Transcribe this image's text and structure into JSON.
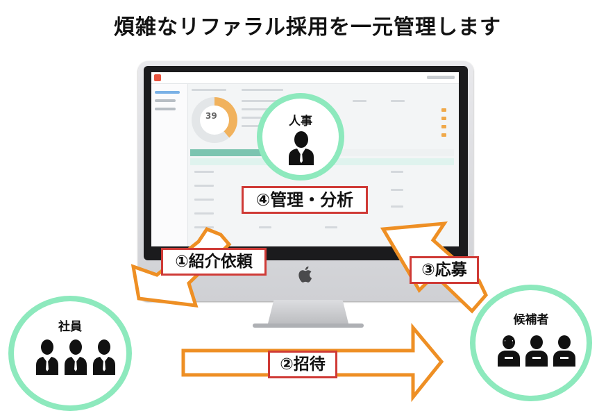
{
  "title": "煩雑なリファラル採用を一元管理します",
  "screen": {
    "donut_percent": "39",
    "donut_fill_fraction": 0.39
  },
  "nodes": {
    "hr": {
      "label": "人事"
    },
    "employees": {
      "label": "社員"
    },
    "candidates": {
      "label": "候補者"
    }
  },
  "steps": [
    {
      "label": "①紹介依頼"
    },
    {
      "label": "②招待"
    },
    {
      "label": "③応募"
    },
    {
      "label": "④管理・分析"
    }
  ],
  "colors": {
    "circle_border": "#8de9bd",
    "arrow": "#ee8f24",
    "tag_border": "#cf3a36"
  }
}
